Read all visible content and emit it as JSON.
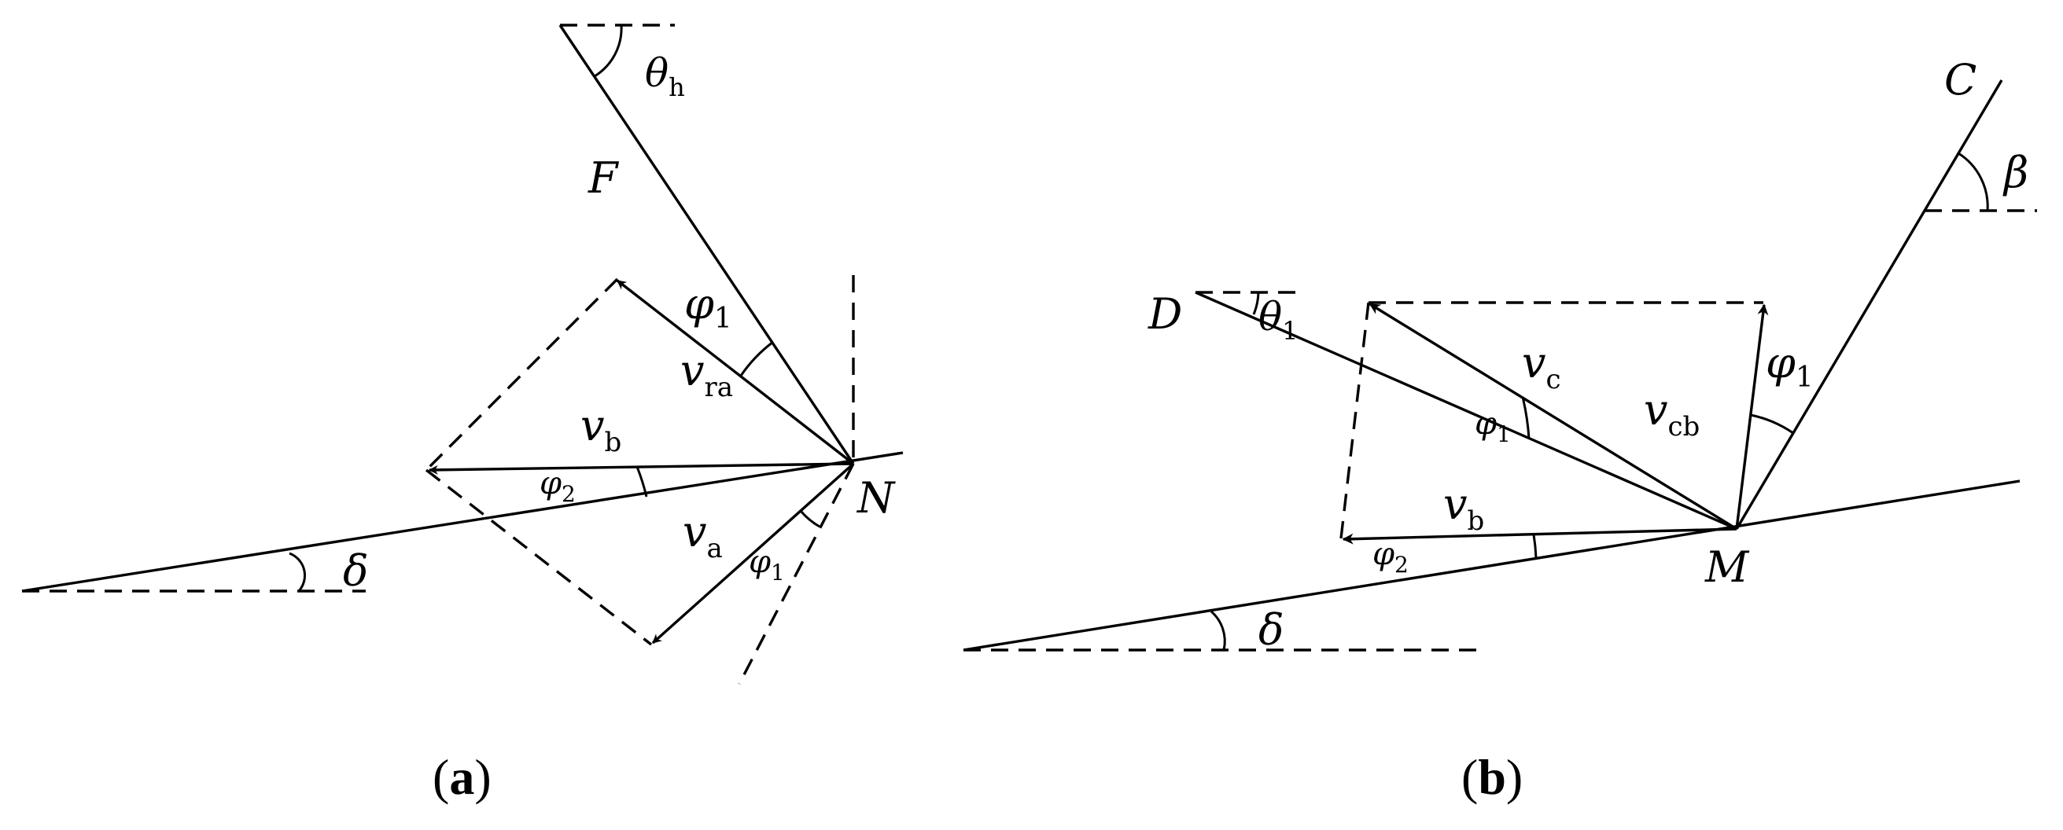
{
  "panel_a": {
    "caption_open": "(",
    "caption_letter": "a",
    "caption_close": ")",
    "labels": {
      "theta": "θ",
      "theta_sub": "h",
      "F": "F",
      "phi_top": "φ",
      "phi_top_sub": "1",
      "v_ra": "v",
      "v_ra_sub": "ra",
      "v_b": "v",
      "v_b_sub": "b",
      "phi2": "φ",
      "phi2_sub": "2",
      "N": "N",
      "v_a": "v",
      "v_a_sub": "a",
      "phi_bottom": "φ",
      "phi_bottom_sub": "1",
      "delta": "δ"
    }
  },
  "panel_b": {
    "caption_open": "(",
    "caption_letter": "b",
    "caption_close": ")",
    "labels": {
      "C": "C",
      "beta": "β",
      "D": "D",
      "theta": "θ",
      "theta_sub": "1",
      "v_c": "v",
      "v_c_sub": "c",
      "phi_mid": "φ",
      "phi_mid_sub": "1",
      "v_cb": "v",
      "v_cb_sub": "cb",
      "phi_right": "φ",
      "phi_right_sub": "1",
      "v_b": "v",
      "v_b_sub": "b",
      "phi2": "φ",
      "phi2_sub": "2",
      "M": "M",
      "delta": "δ"
    }
  }
}
